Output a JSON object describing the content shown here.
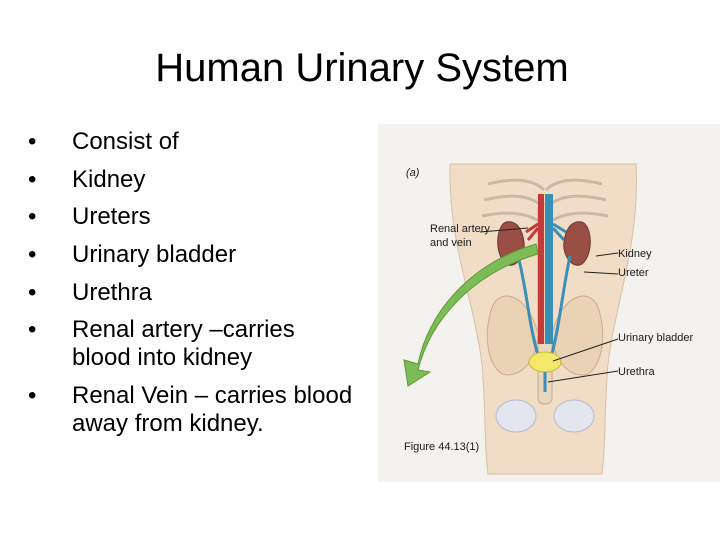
{
  "slide": {
    "title": "Human Urinary System",
    "bullets": [
      "Consist of",
      "Kidney",
      "Ureters",
      "Urinary bladder",
      "Urethra",
      "Renal artery –carries blood into kidney",
      "Renal Vein – carries blood away from kidney."
    ]
  },
  "figure": {
    "panel_label": "(a)",
    "labels": {
      "renal_artery_vein": [
        "Renal artery",
        "and vein"
      ],
      "kidney": "Kidney",
      "ureter": "Ureter",
      "urinary_bladder": "Urinary bladder",
      "urethra": "Urethra"
    },
    "caption": "Figure 44.13(1)"
  }
}
